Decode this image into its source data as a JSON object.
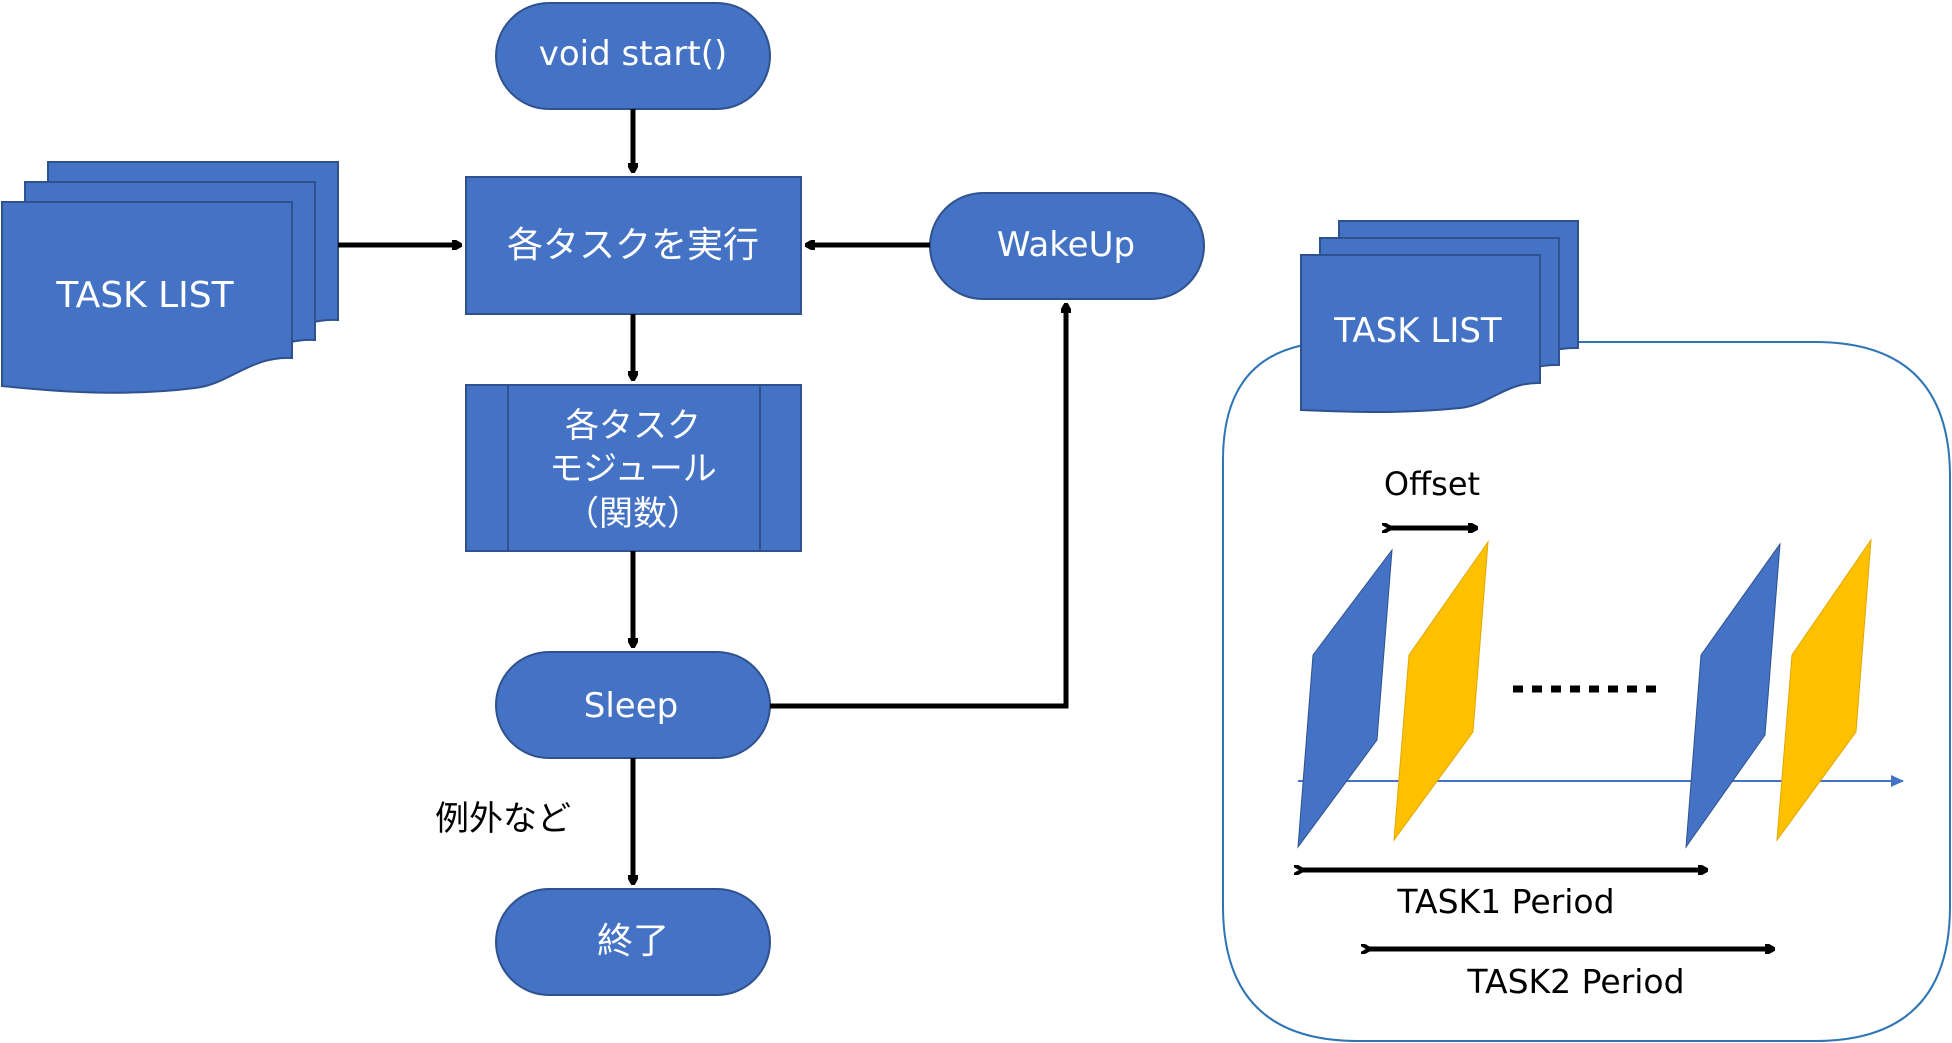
{
  "flowchart": {
    "start": "void start()",
    "execute": "各タスクを実行",
    "module_lines": [
      "各タスク",
      "モジュール",
      "（関数）"
    ],
    "sleep": "Sleep",
    "wakeup": "WakeUp",
    "exception": "例外など",
    "end": "終了",
    "task_list": "TASK LIST"
  },
  "timing": {
    "task_list": "TASK LIST",
    "offset": "Offset",
    "task1_period": "TASK1 Period",
    "task2_period": "TASK2 Period"
  },
  "colors": {
    "box_fill": "#4472C4",
    "box_stroke": "#2F528F",
    "task1": "#4472C4",
    "task2": "#FFC000",
    "panel_stroke": "#2E75B6",
    "axis": "#4472C4",
    "arrow": "#000000"
  }
}
